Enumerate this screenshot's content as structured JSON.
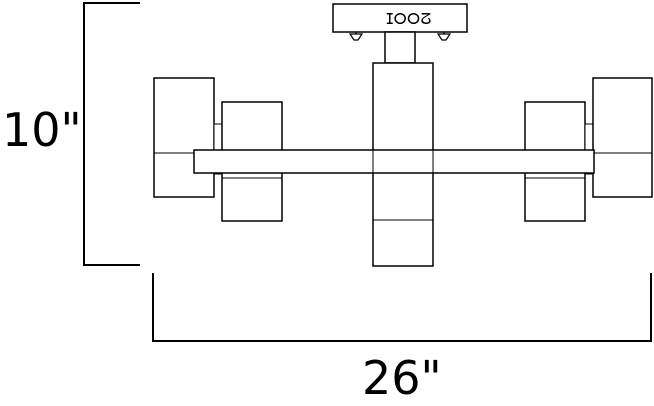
{
  "dimensions": {
    "height_label": "10\"",
    "width_label": "26\""
  },
  "fixture": {
    "canopy_logo": "ⵊⵔⵔⵒ"
  },
  "colors": {
    "line": "#000000",
    "background": "#ffffff"
  }
}
